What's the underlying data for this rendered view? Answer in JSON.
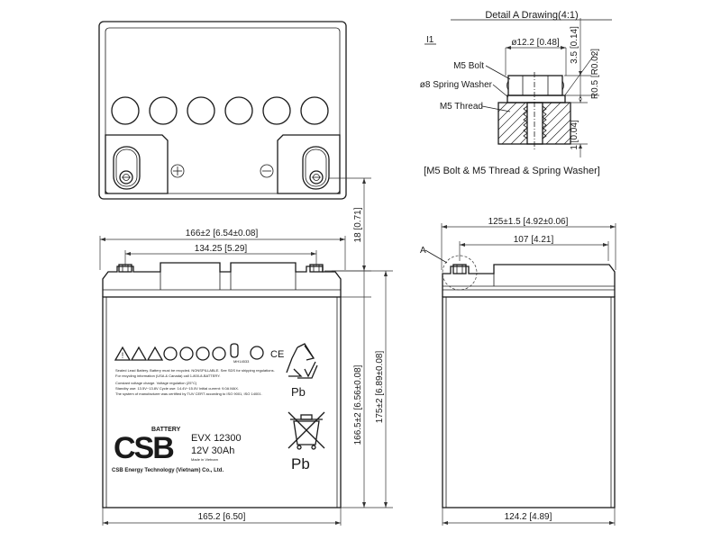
{
  "detail": {
    "title": "Detail A Drawing(4:1)",
    "marker": "I1",
    "bolt_dia": "ø12.2 [0.48]",
    "bolt_label": "M5 Bolt",
    "washer_label": "ø8 Spring Washer",
    "thread_label": "M5 Thread",
    "dim_top": "3.5 [0.14]",
    "dim_radius": "R0.5 [R0.02]",
    "dim_bottom": "1 [0.04]",
    "caption": "[M5 Bolt & M5 Thread & Spring Washer]"
  },
  "top_view": {
    "dim_height": "18 [0.71]"
  },
  "front_view": {
    "dim_width_overall": "166±2 [6.54±0.08]",
    "dim_terminal_spacing": "134.25 [5.29]",
    "dim_width_bottom": "165.2 [6.50]",
    "dim_container_height": "166.5±2 [6.56±0.08]",
    "dim_total_height": "175±2 [6.89±0.08]",
    "label": {
      "brand_logo": "CSB",
      "battery_word": "BATTERY",
      "model": "EVX 12300",
      "rating": "12V 30Ah",
      "made_in": "Made in Vietnam",
      "manufacturer": "CSB Energy Technology (Vietnam) Co., Ltd.",
      "pb_top": "Pb",
      "pb_bottom": "Pb",
      "ul_number": "MH14533",
      "fine_print_1": "Sealed Lead Battery. Battery must be recycled. NONSPILLABLE. See SDS for shipping regulations.",
      "fine_print_2": "For recycling information (USA & Canada) call 1-800-8-BATTERY.",
      "fine_print_3": "Constant voltage charge. Voltage regulation (25°C)",
      "fine_print_4": "Standby use: 13.5V~13.8V   Cycle use: 14.4V~15.0V   Initial current: 9.0A MAX.",
      "fine_print_5": "The system of manufacturer was certified by TUV CERT according to ISO 9001, ISO 14001."
    }
  },
  "side_view": {
    "marker": "A",
    "dim_width_overall": "125±1.5 [4.92±0.06]",
    "dim_terminal": "107 [4.21]",
    "dim_width_bottom": "124.2 [4.89]"
  }
}
